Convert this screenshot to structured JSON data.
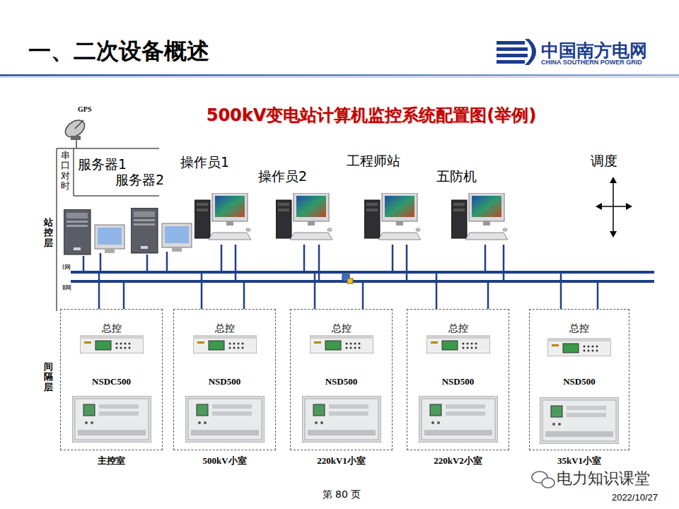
{
  "diagram": {
    "title": "500kV变电站计算机监控系统配置图(举例)",
    "nodes": [
      {
        "text": [
          "总控",
          "NSDC500",
          "主控室"
        ]
      },
      {
        "text": [
          "总控",
          "NSD500",
          "500kV小室"
        ]
      },
      {
        "text": [
          "总控",
          "NSD500",
          "220kV1小室"
        ]
      },
      {
        "text": [
          "总控",
          "NSD500",
          "220kV2小室"
        ]
      },
      {
        "text": [
          "总控",
          "NSD500",
          "35kV1小室"
        ]
      }
    ],
    "edges": [],
    "labels": [
      "一、二次设备概述",
      "中国南方电网",
      "CHINA SOUTHERN POWER GRID",
      "GPS",
      "串口对时",
      "服务器1",
      "服务器2",
      "操作员1",
      "操作员2",
      "工程师站",
      "五防机",
      "调度",
      "站控层",
      "Ⅰ网",
      "Ⅱ网",
      "间隔层",
      "第 80 页",
      "2022/10/27",
      "电力知识课堂"
    ]
  }
}
